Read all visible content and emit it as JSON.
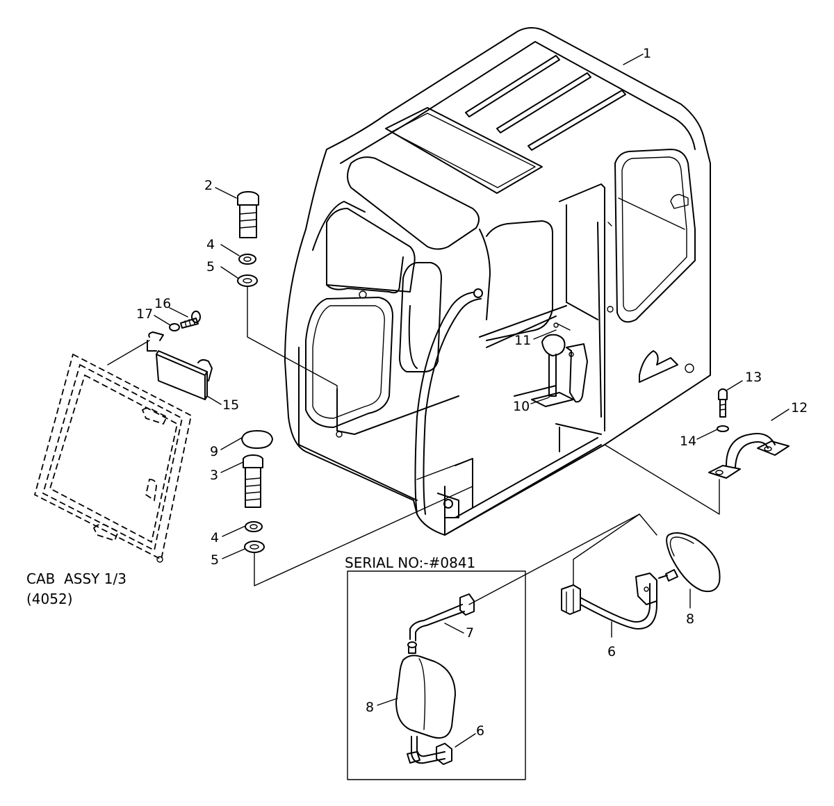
{
  "caption": {
    "line1": "CAB  ASSY 1/3",
    "line2": "(4052)"
  },
  "inset": {
    "serial_label": "SERIAL NO:-#0841"
  },
  "callouts": [
    {
      "id": "c1",
      "label": "1"
    },
    {
      "id": "c2",
      "label": "2"
    },
    {
      "id": "c3",
      "label": "3"
    },
    {
      "id": "c4a",
      "label": "4"
    },
    {
      "id": "c4b",
      "label": "4"
    },
    {
      "id": "c5a",
      "label": "5"
    },
    {
      "id": "c5b",
      "label": "5"
    },
    {
      "id": "c6a",
      "label": "6"
    },
    {
      "id": "c6b",
      "label": "6"
    },
    {
      "id": "c7",
      "label": "7"
    },
    {
      "id": "c8a",
      "label": "8"
    },
    {
      "id": "c8b",
      "label": "8"
    },
    {
      "id": "c9",
      "label": "9"
    },
    {
      "id": "c10",
      "label": "10"
    },
    {
      "id": "c11",
      "label": "11"
    },
    {
      "id": "c12",
      "label": "12"
    },
    {
      "id": "c13",
      "label": "13"
    },
    {
      "id": "c14",
      "label": "14"
    },
    {
      "id": "c15",
      "label": "15"
    },
    {
      "id": "c16",
      "label": "16"
    },
    {
      "id": "c17",
      "label": "17"
    }
  ]
}
